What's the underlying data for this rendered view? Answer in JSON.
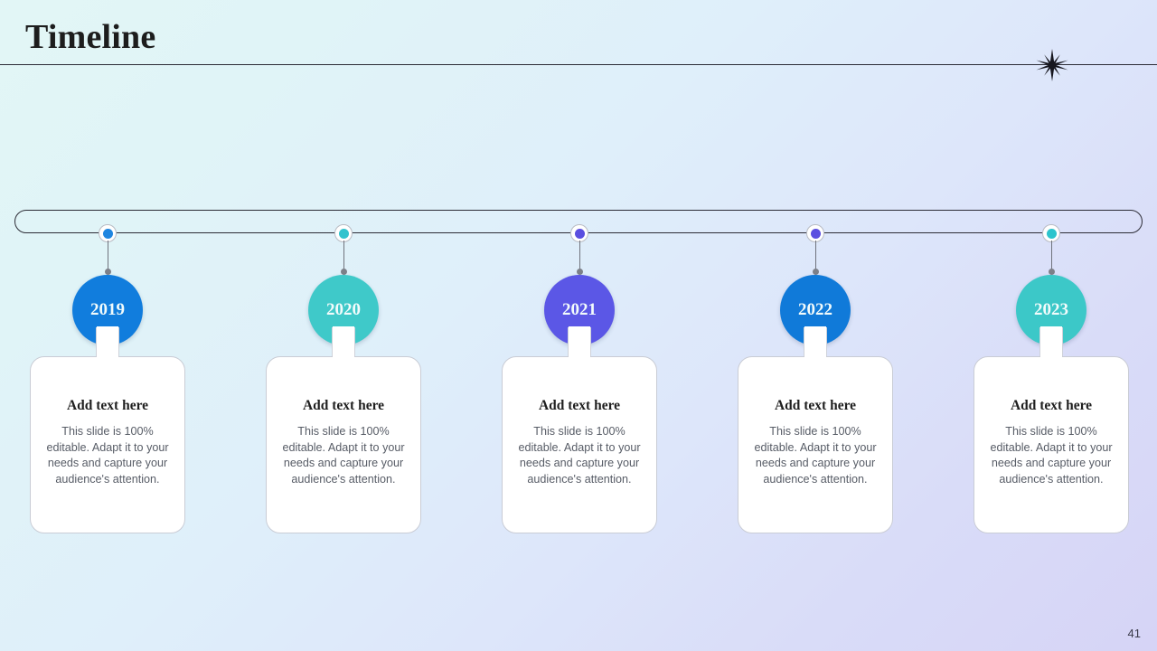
{
  "header": {
    "title": "Timeline",
    "sparkle_icon": "sparkle-star-icon"
  },
  "timeline": {
    "items": [
      {
        "year": "2019",
        "circle_color": "#117ddd",
        "node_color": "#1f86e0",
        "title": "Add text here",
        "body": "This slide is 100% editable. Adapt it to your needs and capture your audience's attention."
      },
      {
        "year": "2020",
        "circle_color": "#3fc9c9",
        "node_color": "#31c3ce",
        "title": "Add text here",
        "body": "This slide is 100% editable. Adapt it to your needs and capture your audience's attention."
      },
      {
        "year": "2021",
        "circle_color": "#5b57e6",
        "node_color": "#5b4fe0",
        "title": "Add text here",
        "body": "This slide is 100% editable. Adapt it to your needs and capture your audience's attention."
      },
      {
        "year": "2022",
        "circle_color": "#107ad9",
        "node_color": "#5b4fe0",
        "title": "Add text here",
        "body": "This slide is 100% editable. Adapt it to your needs and capture your audience's attention."
      },
      {
        "year": "2023",
        "circle_color": "#3cc8c8",
        "node_color": "#2cc4cd",
        "title": "Add text here",
        "body": "This slide is 100% editable. Adapt it to your needs and capture your audience's attention."
      }
    ]
  },
  "footer": {
    "page_number": "41"
  },
  "theme": {
    "background_start": "#e2f6f6",
    "background_end": "#d6d4f6",
    "rule_color": "#2b2b35",
    "card_border": "#c9ccd5"
  }
}
